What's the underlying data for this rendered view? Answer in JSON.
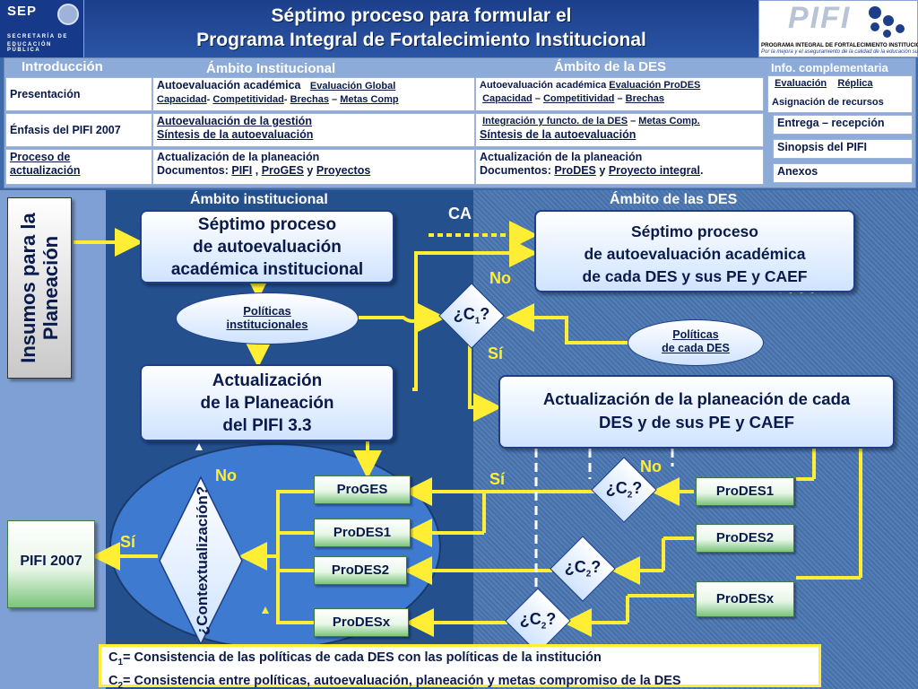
{
  "header": {
    "sep_brand": "SEP",
    "sep_line1": "SECRETARÍA DE",
    "sep_line2": "EDUCACIÓN PÚBLICA",
    "title_line1": "Séptimo proceso para formular el",
    "title_line2": "Programa Integral de Fortalecimiento Institucional",
    "pifi_logo": "PIFI",
    "pifi_caption1": "PROGRAMA INTEGRAL DE FORTALECIMIENTO INSTITUCIONAL",
    "pifi_caption2": "Por la mejora y el aseguramiento de la calidad de la educación superior"
  },
  "table": {
    "headers": {
      "intro": "Introducción",
      "ambito_inst": "Ámbito Institucional",
      "ambito_des": "Ámbito de la DES",
      "info": "Info. complementaria"
    },
    "intro": [
      "Presentación",
      "Énfasis del PIFI 2007",
      "Proceso de",
      "actualización"
    ],
    "inst": {
      "r1a": "Autoevaluación académica",
      "r1b": "Evaluación Global",
      "r1c": "Capacidad",
      "r1d": "Competitividad",
      "r1e": "Brechas",
      "r1f": "Metas Comp",
      "r2a": "Autoevaluación de la gestión",
      "r2b": "Síntesis de la autoevaluación",
      "r3a": "Actualización de la planeación",
      "r3b": "Documentos:",
      "r3c": "PIFI",
      "r3d": "ProGES",
      "r3e": "Proyectos"
    },
    "des": {
      "r1a": "Autoevaluación académica",
      "r1b": "Evaluación ProDES",
      "r1c": "Capacidad",
      "r1d": "Competitividad",
      "r1e": "Brechas",
      "r2a": "Integración y functo. de la DES",
      "r2b": "Metas Comp.",
      "r2c": "Síntesis de la autoevaluación",
      "r3a": "Actualización de la planeación",
      "r3b": "Documentos:",
      "r3c": "ProDES",
      "r3d": "Proyecto integral"
    },
    "info": {
      "r1a": "Evaluación",
      "r1b": "Réplica",
      "r1c": "Asignación de recursos",
      "r2": "Entrega – recepción",
      "r3": "Sinopsis del PIFI",
      "r4": "Anexos"
    }
  },
  "diagram": {
    "region_left": "Ámbito institucional",
    "region_right": "Ámbito de las DES",
    "insumos_l1": "Insumos para la",
    "insumos_l2": "Planeación",
    "box_inst_1": "Séptimo proceso",
    "box_inst_2": "de autoevaluación",
    "box_inst_3": "académica institucional",
    "box_des_1": "Séptimo proceso",
    "box_des_2": "de autoevaluación académica",
    "box_des_3": "de cada DES y sus PE y CAEF",
    "pol_inst_1": "Políticas",
    "pol_inst_2": "institucionales",
    "pol_des_1": "Políticas",
    "pol_des_2": "de cada  DES",
    "act_inst_1": "Actualización",
    "act_inst_2": "de la Planeación",
    "act_inst_3": "del PIFI 3.3",
    "act_des_1": "Actualización de la planeación de cada",
    "act_des_2": "DES y de sus PE y CAEF",
    "ca": "CA",
    "no": "No",
    "si": "Sí",
    "c1": "¿C",
    "c1_sub": "1",
    "c2_sub": "2",
    "q": "?",
    "contextualizacion": "¿Contextualización?",
    "pifi2007": "PIFI 2007",
    "proges": "ProGES",
    "prodes1": "ProDES1",
    "prodes2": "ProDES2",
    "prodesx": "ProDESx"
  },
  "legend": {
    "l1_pre": "C",
    "l1_sub": "1",
    "l1_text": "= Consistencia de las políticas de cada DES con las políticas de la institución",
    "l2_pre": "C",
    "l2_sub": "2",
    "l2_text": "= Consistencia entre  políticas, autoevaluación, planeación y metas compromiso de la DES"
  }
}
